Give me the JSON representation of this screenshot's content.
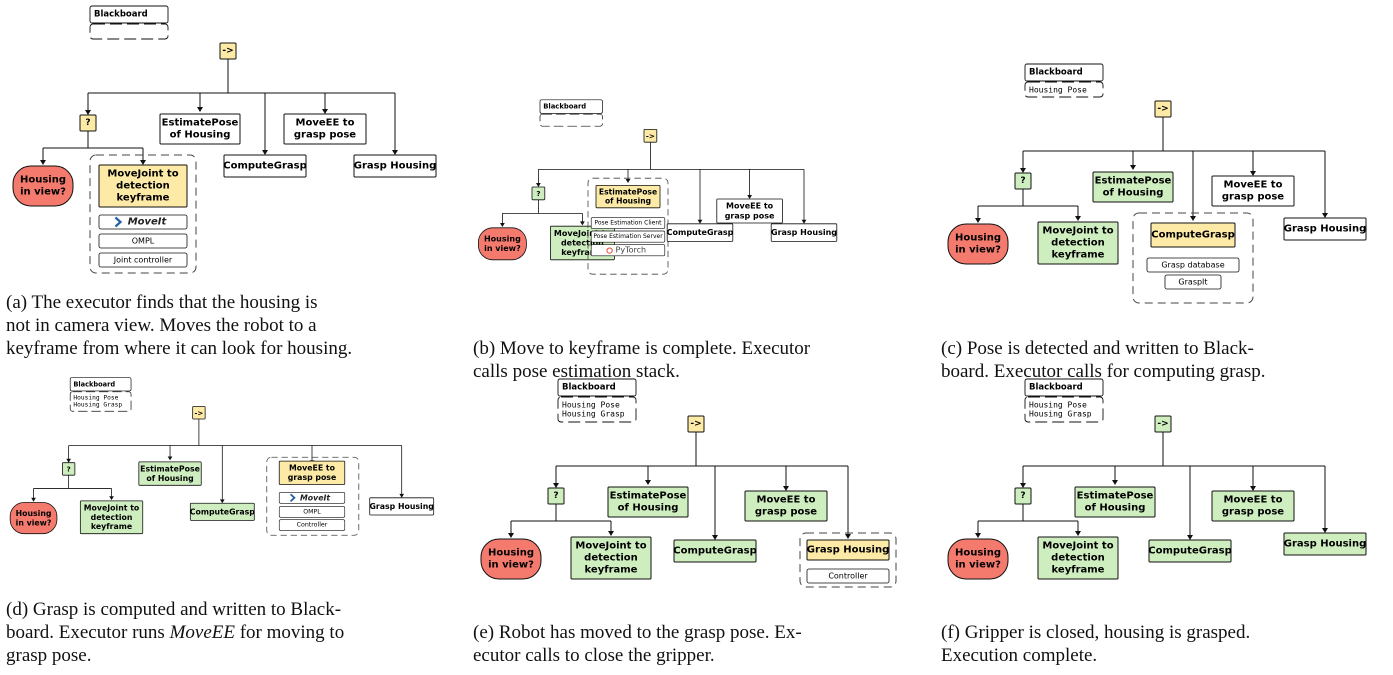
{
  "colors": {
    "pending": "#ffffff",
    "running": "#fdeaa7",
    "success": "#cfeec0",
    "failure": "#f47a6e",
    "stroke": "#111111",
    "moveit_blue": "#1f5fa8",
    "pytorch_red": "#e8472e"
  },
  "labels": {
    "blackboard": "Blackboard",
    "sequence": "->",
    "fallback": "?",
    "housing_in_view": [
      "Housing",
      "in view?"
    ],
    "movejoint": [
      "MoveJoint to",
      "detection",
      "keyframe"
    ],
    "estimatepose": [
      "EstimatePose",
      "of Housing"
    ],
    "computegrasp": "ComputeGrasp",
    "moveee": [
      "MoveEE to",
      "grasp pose"
    ],
    "grasp_housing": "Grasp Housing",
    "moveit": "MoveIt",
    "ompl": "OMPL",
    "joint_controller": "Joint controller",
    "controller": "Controller",
    "pose_client": "Pose Estimation Client",
    "pose_server": "Pose Estimation Server",
    "pytorch": "PyTorch",
    "grasp_database": "Grasp database",
    "graspit": "GraspIt",
    "bb_housing_pose": "Housing Pose",
    "bb_housing_grasp": "Housing Grasp"
  },
  "panels": [
    {
      "id": "a",
      "seq": "running",
      "fb": "running",
      "hiv": "failure",
      "mj": "running",
      "ep": "pending",
      "cg": "pending",
      "me": "pending",
      "gh": "pending",
      "bb": [],
      "expanded": "mj",
      "stack": "moveit_joint"
    },
    {
      "id": "b",
      "seq": "running",
      "fb": "success",
      "hiv": "failure",
      "mj": "success",
      "ep": "running",
      "cg": "pending",
      "me": "pending",
      "gh": "pending",
      "bb": [],
      "expanded": "ep",
      "stack": "pose"
    },
    {
      "id": "c",
      "seq": "running",
      "fb": "success",
      "hiv": "failure",
      "mj": "success",
      "ep": "success",
      "cg": "running",
      "me": "pending",
      "gh": "pending",
      "bb": [
        "bb_housing_pose"
      ],
      "expanded": "cg",
      "stack": "grasp"
    },
    {
      "id": "d",
      "seq": "running",
      "fb": "success",
      "hiv": "failure",
      "mj": "success",
      "ep": "success",
      "cg": "success",
      "me": "running",
      "gh": "pending",
      "bb": [
        "bb_housing_pose",
        "bb_housing_grasp"
      ],
      "expanded": "me",
      "stack": "moveit_ctrl"
    },
    {
      "id": "e",
      "seq": "running",
      "fb": "success",
      "hiv": "failure",
      "mj": "success",
      "ep": "success",
      "cg": "success",
      "me": "success",
      "gh": "running",
      "bb": [
        "bb_housing_pose",
        "bb_housing_grasp"
      ],
      "expanded": "gh",
      "stack": "gripper"
    },
    {
      "id": "f",
      "seq": "success",
      "fb": "success",
      "hiv": "failure",
      "mj": "success",
      "ep": "success",
      "cg": "success",
      "me": "success",
      "gh": "success",
      "bb": [
        "bb_housing_pose",
        "bb_housing_grasp"
      ],
      "expanded": "",
      "stack": ""
    }
  ],
  "captions": {
    "a": [
      "(a) The executor finds that the housing is",
      "not in camera view. Moves the robot to a",
      "keyframe from where it can look for housing."
    ],
    "b": [
      "(b) Move to keyframe is complete. Executor",
      "calls pose estimation stack."
    ],
    "c": [
      "(c) Pose is detected and written to Black-",
      "board. Executor calls for computing grasp."
    ],
    "d_line1": "(d) Grasp is computed and written to Black-",
    "d_line2_pre": "board. Executor runs ",
    "d_line2_em": "MoveEE",
    "d_line2_post": " for moving to",
    "d_line3": "grasp pose.",
    "e": [
      "(e) Robot has moved to the grasp pose. Ex-",
      "ecutor calls to close the gripper."
    ],
    "f": [
      "(f) Gripper is closed, housing is grasped.",
      "Execution complete."
    ]
  }
}
